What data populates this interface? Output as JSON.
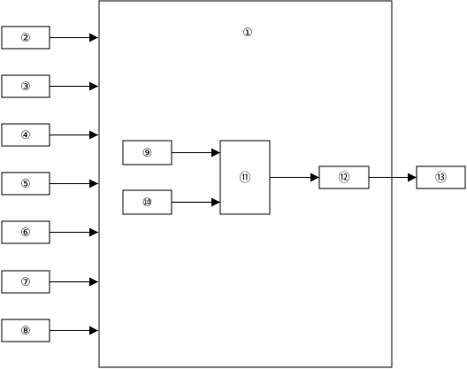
{
  "diagram": {
    "main_block": {
      "label": "①"
    },
    "inputs": [
      {
        "label": "②"
      },
      {
        "label": "③"
      },
      {
        "label": "④"
      },
      {
        "label": "⑤"
      },
      {
        "label": "⑥"
      },
      {
        "label": "⑦"
      },
      {
        "label": "⑧"
      }
    ],
    "inner_inputs": [
      {
        "label": "⑨"
      },
      {
        "label": "⑩"
      }
    ],
    "processor": {
      "label": "⑪"
    },
    "output_stage": {
      "label": "⑫"
    },
    "output": {
      "label": "⑬"
    }
  }
}
